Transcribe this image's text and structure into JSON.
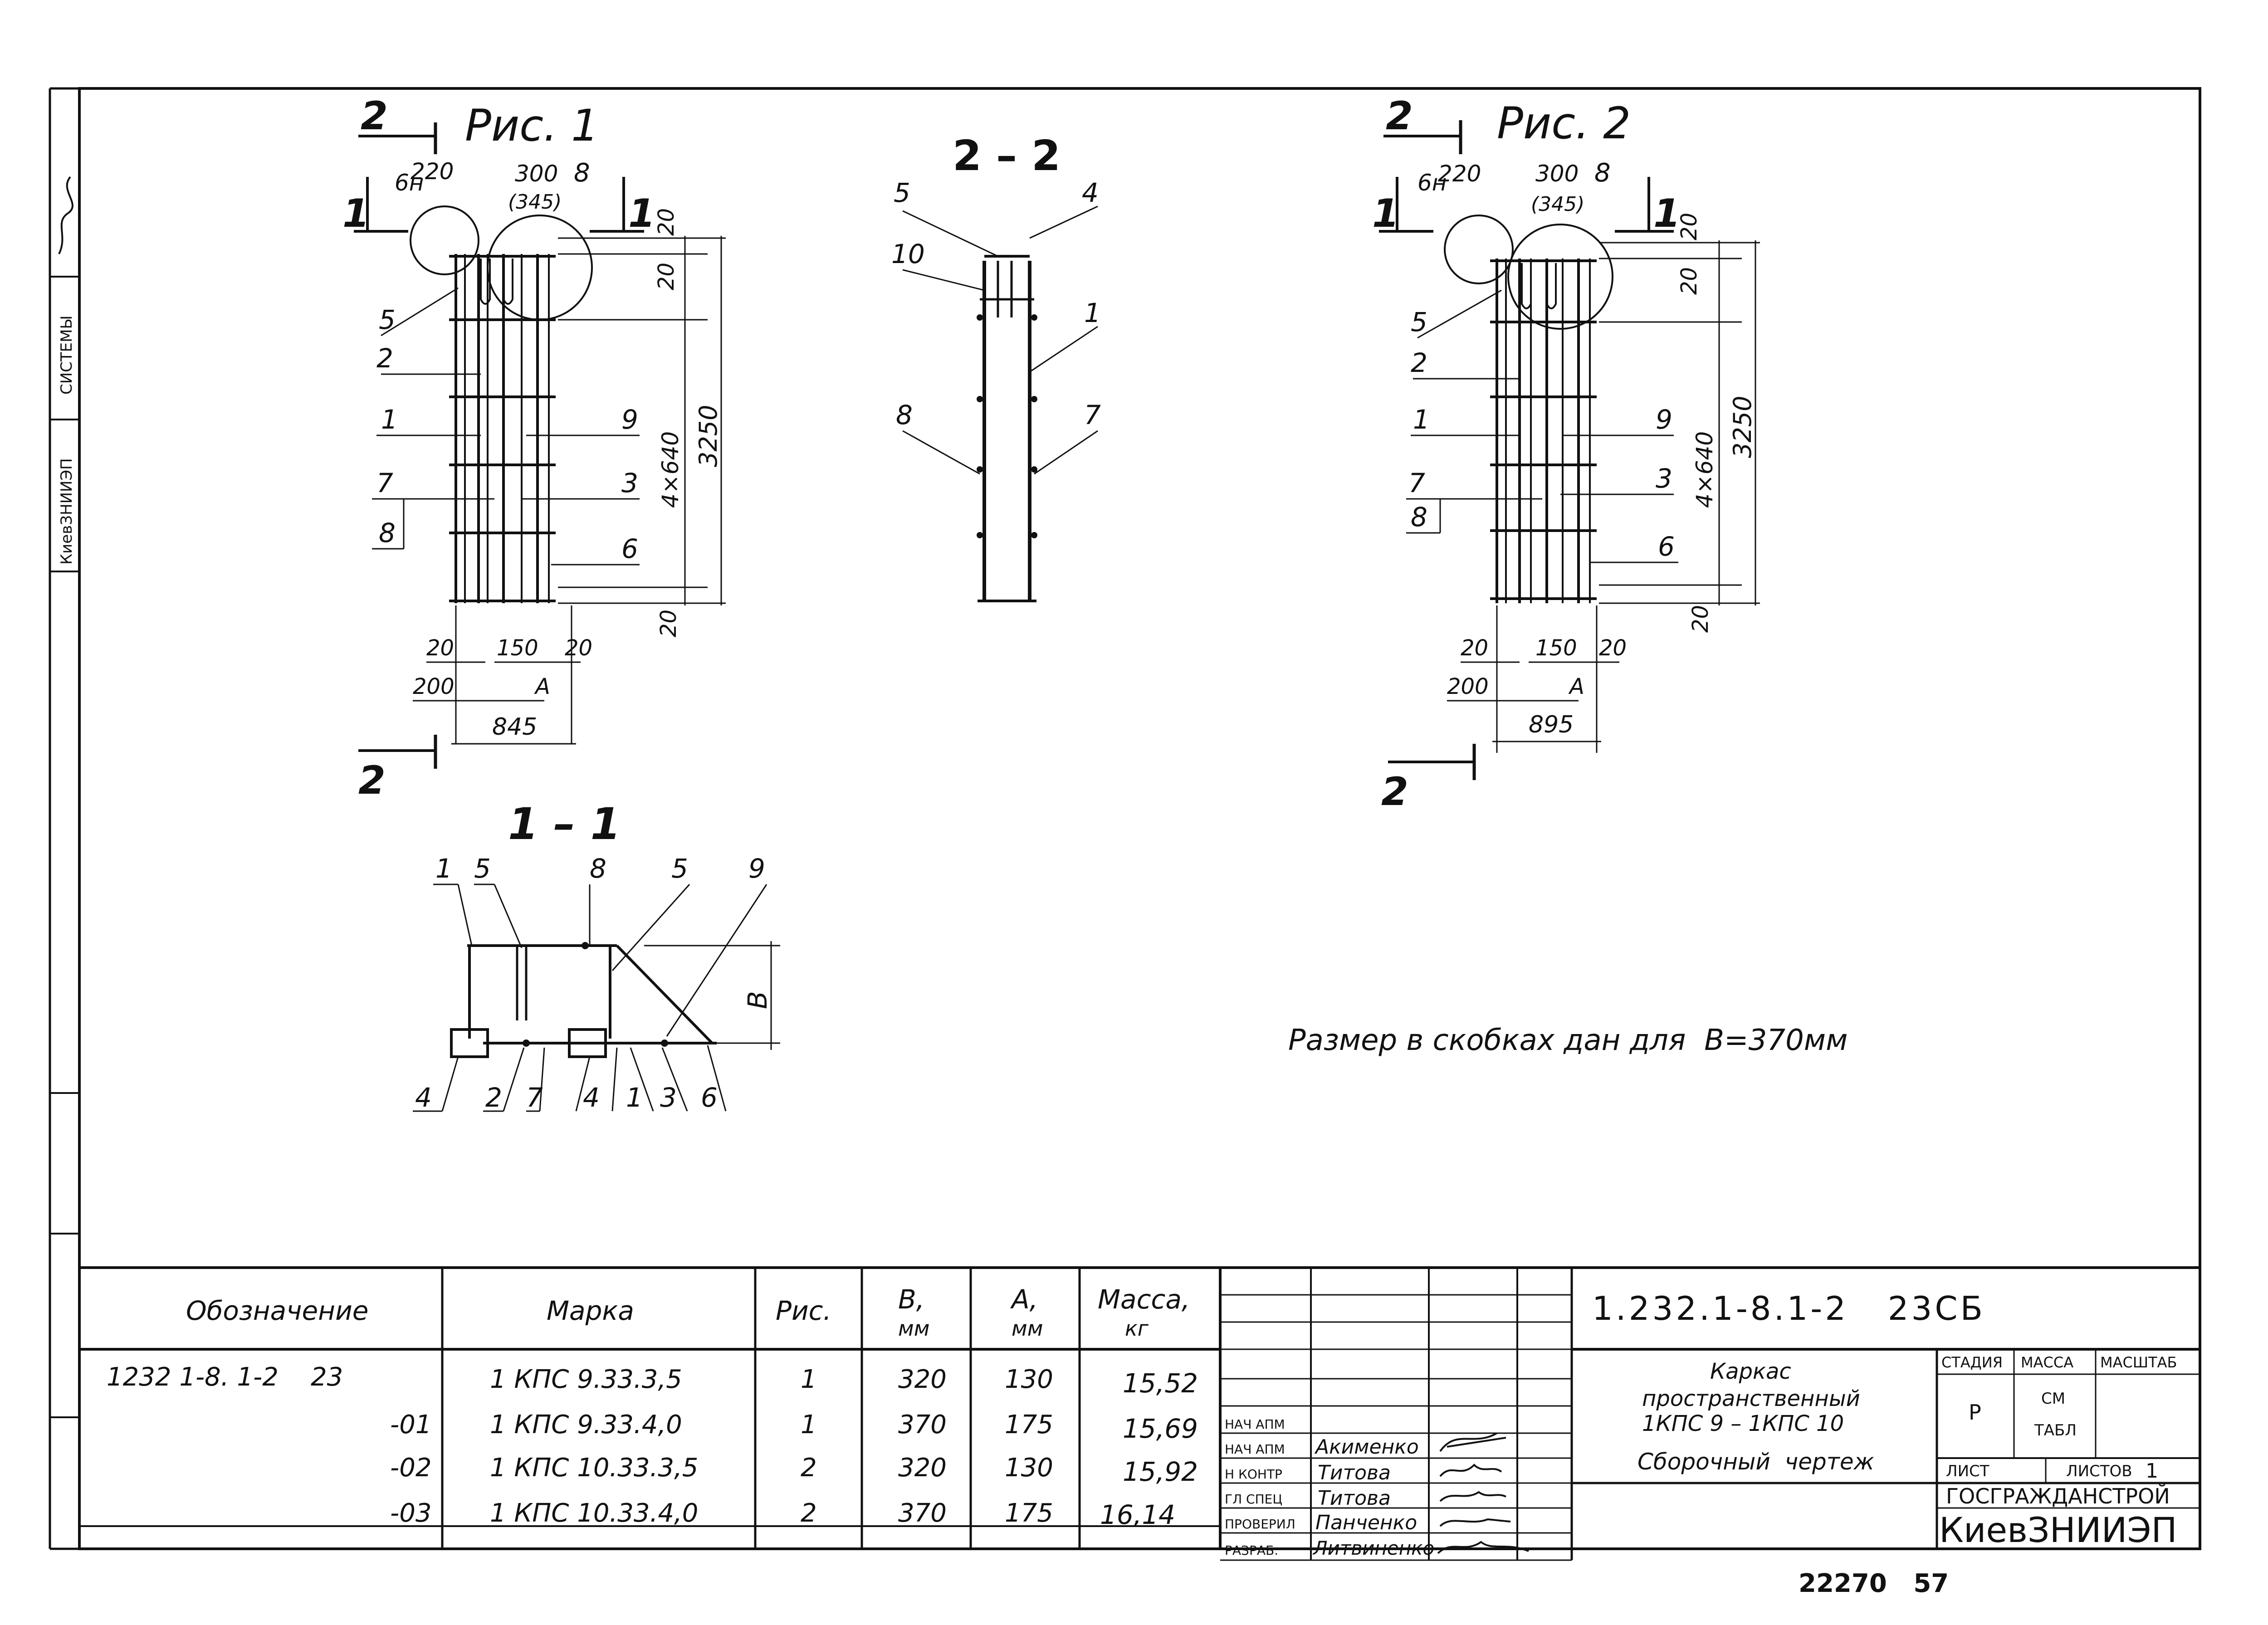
{
  "left_strip": {
    "org": "КиевЗНИИЭП",
    "dept": "СИСТЕМЫ"
  },
  "fig1": {
    "title": "Рис. 1",
    "cut_1": "1",
    "cut_2": "2",
    "dims_top": [
      "6н",
      "220",
      "300",
      "(345)",
      "8"
    ],
    "dim_height": "3250",
    "dim_spacing": "4×640",
    "dim_20a": "20",
    "dim_20b": "20",
    "dim_20c": "20",
    "dim_20d": "20",
    "dim_20e": "20",
    "dim_150": "150",
    "dim_200": "200",
    "dim_a": "А",
    "dim_width": "845",
    "left_labels": [
      "5",
      "2",
      "1",
      "7",
      "8"
    ],
    "right_labels": [
      "9",
      "3",
      "6"
    ]
  },
  "section22": {
    "title": "2 – 2",
    "labels": [
      "5",
      "4",
      "10",
      "1",
      "8",
      "7"
    ]
  },
  "fig2": {
    "title": "Рис. 2",
    "cut_1": "1",
    "cut_2": "2",
    "dims_top": [
      "6н",
      "220",
      "300",
      "(345)",
      "8"
    ],
    "dim_height": "3250",
    "dim_spacing": "4×640",
    "dim_20a": "20",
    "dim_20b": "20",
    "dim_20c": "20",
    "dim_20d": "20",
    "dim_20e": "20",
    "dim_150": "150",
    "dim_200": "200",
    "dim_a": "А",
    "dim_width": "895",
    "left_labels": [
      "5",
      "2",
      "1",
      "7",
      "8"
    ],
    "right_labels": [
      "9",
      "3",
      "6"
    ]
  },
  "section11": {
    "title": "1 – 1",
    "top_labels": [
      "1",
      "5",
      "8",
      "5",
      "9"
    ],
    "bottom_labels": [
      "4",
      "2",
      "7",
      "4",
      "1",
      "3",
      "6"
    ],
    "dim_b": "В"
  },
  "note": "Размер в скобках дан для  В=370мм",
  "spec_table": {
    "headers": [
      "Обозначение",
      "Марка",
      "Рис.",
      "В,\nмм",
      "А,\nмм",
      "Масса,\nкг"
    ],
    "rows": [
      [
        "1232 1-8. 1-2    23",
        "1 КПС 9.33.3,5",
        "1",
        "320",
        "130",
        "15,52"
      ],
      [
        "-01",
        "1 КПС 9.33.4,0",
        "1",
        "370",
        "175",
        "15,69"
      ],
      [
        "-02",
        "1 КПС 10.33.3,5",
        "2",
        "320",
        "130",
        "15,92"
      ],
      [
        "-03",
        "1 КПС 10.33.4,0",
        "2",
        "370",
        "175",
        "16,14"
      ]
    ]
  },
  "title_block": {
    "code": "1.232.1-8.1-2   23СБ",
    "description": [
      "Каркас",
      "пространственный",
      "1КПС 9 – 1КПС 10"
    ],
    "drawing_type": "Сборочный  чертеж",
    "stage_label": "СТАДИЯ",
    "mass_label": "МАССА",
    "scale_label": "МАСШТАБ",
    "stage_value": "Р",
    "mass_value": "СМ\nТАБЛ",
    "sheet_label": "ЛИСТ",
    "sheets_label": "ЛИСТОВ",
    "sheets_value": "1",
    "org_top": "ГОСГРАЖДАНСТРОЙ",
    "org_bottom": "КиевЗНИИЭП",
    "signatures": [
      {
        "role": "НАЧ АПМ",
        "name": ""
      },
      {
        "role": "НАЧ АПМ",
        "name": "Акименко"
      },
      {
        "role": "Н КОНТР",
        "name": "Титова"
      },
      {
        "role": "ГЛ СПЕЦ",
        "name": "Титова"
      },
      {
        "role": "ПРОВЕРИЛ",
        "name": "Панченко"
      },
      {
        "role": "РАЗРАБ.",
        "name": "Литвиненко"
      }
    ]
  },
  "footer_number": "22270   57"
}
